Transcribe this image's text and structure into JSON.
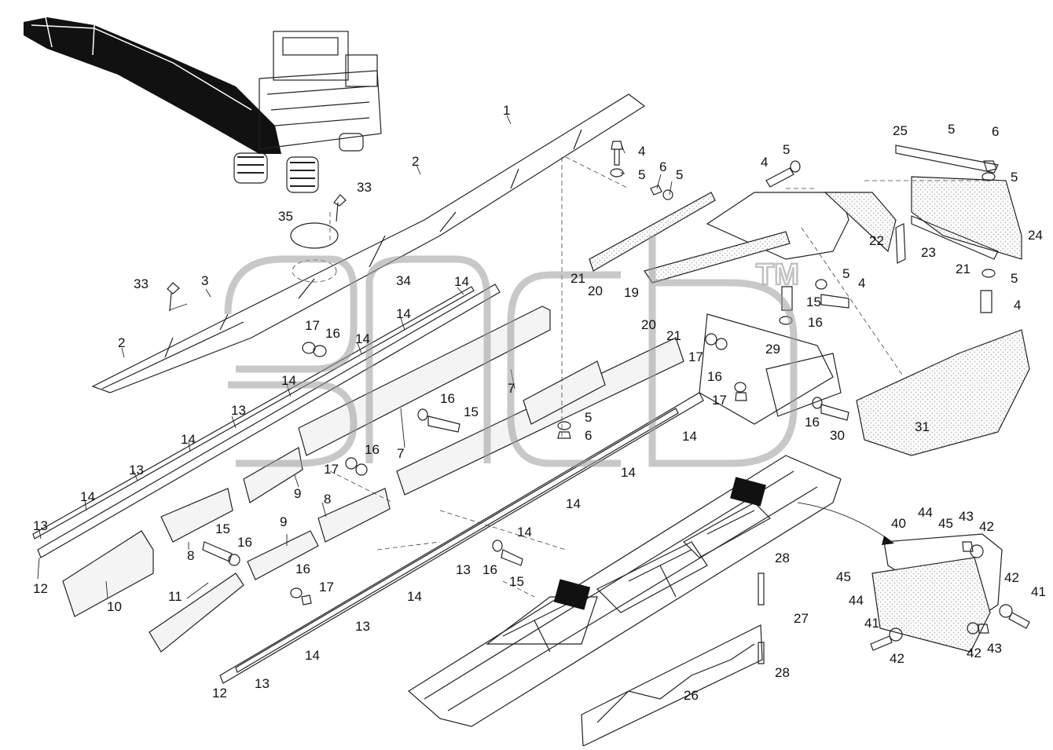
{
  "watermark": {
    "tm": "TM"
  },
  "callouts": [
    {
      "id": "c-1",
      "text": "1"
    },
    {
      "id": "c-2a",
      "text": "2"
    },
    {
      "id": "c-2b",
      "text": "2"
    },
    {
      "id": "c-3",
      "text": "3"
    },
    {
      "id": "c-4a",
      "text": "4"
    },
    {
      "id": "c-4b",
      "text": "4"
    },
    {
      "id": "c-4c",
      "text": "4"
    },
    {
      "id": "c-4d",
      "text": "4"
    },
    {
      "id": "c-5a",
      "text": "5"
    },
    {
      "id": "c-5b",
      "text": "5"
    },
    {
      "id": "c-5c",
      "text": "5"
    },
    {
      "id": "c-5d",
      "text": "5"
    },
    {
      "id": "c-5e",
      "text": "5"
    },
    {
      "id": "c-5f",
      "text": "5"
    },
    {
      "id": "c-5g",
      "text": "5"
    },
    {
      "id": "c-5h",
      "text": "5"
    },
    {
      "id": "c-6a",
      "text": "6"
    },
    {
      "id": "c-6b",
      "text": "6"
    },
    {
      "id": "c-6c",
      "text": "6"
    },
    {
      "id": "c-7a",
      "text": "7"
    },
    {
      "id": "c-7b",
      "text": "7"
    },
    {
      "id": "c-8a",
      "text": "8"
    },
    {
      "id": "c-8b",
      "text": "8"
    },
    {
      "id": "c-9a",
      "text": "9"
    },
    {
      "id": "c-9b",
      "text": "9"
    },
    {
      "id": "c-10",
      "text": "10"
    },
    {
      "id": "c-11",
      "text": "11"
    },
    {
      "id": "c-12a",
      "text": "12"
    },
    {
      "id": "c-12b",
      "text": "12"
    },
    {
      "id": "c-13a",
      "text": "13"
    },
    {
      "id": "c-13b",
      "text": "13"
    },
    {
      "id": "c-13c",
      "text": "13"
    },
    {
      "id": "c-13d",
      "text": "13"
    },
    {
      "id": "c-13e",
      "text": "13"
    },
    {
      "id": "c-13f",
      "text": "13"
    },
    {
      "id": "c-14a",
      "text": "14"
    },
    {
      "id": "c-14b",
      "text": "14"
    },
    {
      "id": "c-14c",
      "text": "14"
    },
    {
      "id": "c-14d",
      "text": "14"
    },
    {
      "id": "c-14e",
      "text": "14"
    },
    {
      "id": "c-14f",
      "text": "14"
    },
    {
      "id": "c-14g",
      "text": "14"
    },
    {
      "id": "c-14h",
      "text": "14"
    },
    {
      "id": "c-14i",
      "text": "14"
    },
    {
      "id": "c-14j",
      "text": "14"
    },
    {
      "id": "c-14k",
      "text": "14"
    },
    {
      "id": "c-14l",
      "text": "14"
    },
    {
      "id": "c-15a",
      "text": "15"
    },
    {
      "id": "c-15b",
      "text": "15"
    },
    {
      "id": "c-15c",
      "text": "15"
    },
    {
      "id": "c-15d",
      "text": "15"
    },
    {
      "id": "c-16a",
      "text": "16"
    },
    {
      "id": "c-16b",
      "text": "16"
    },
    {
      "id": "c-16c",
      "text": "16"
    },
    {
      "id": "c-16d",
      "text": "16"
    },
    {
      "id": "c-16e",
      "text": "16"
    },
    {
      "id": "c-16f",
      "text": "16"
    },
    {
      "id": "c-16g",
      "text": "16"
    },
    {
      "id": "c-16h",
      "text": "16"
    },
    {
      "id": "c-16i",
      "text": "16"
    },
    {
      "id": "c-17a",
      "text": "17"
    },
    {
      "id": "c-17b",
      "text": "17"
    },
    {
      "id": "c-17c",
      "text": "17"
    },
    {
      "id": "c-17d",
      "text": "17"
    },
    {
      "id": "c-17e",
      "text": "17"
    },
    {
      "id": "c-19",
      "text": "19"
    },
    {
      "id": "c-20a",
      "text": "20"
    },
    {
      "id": "c-20b",
      "text": "20"
    },
    {
      "id": "c-21a",
      "text": "21"
    },
    {
      "id": "c-21b",
      "text": "21"
    },
    {
      "id": "c-21c",
      "text": "21"
    },
    {
      "id": "c-22",
      "text": "22"
    },
    {
      "id": "c-23",
      "text": "23"
    },
    {
      "id": "c-24",
      "text": "24"
    },
    {
      "id": "c-25",
      "text": "25"
    },
    {
      "id": "c-26",
      "text": "26"
    },
    {
      "id": "c-27",
      "text": "27"
    },
    {
      "id": "c-28a",
      "text": "28"
    },
    {
      "id": "c-28b",
      "text": "28"
    },
    {
      "id": "c-29",
      "text": "29"
    },
    {
      "id": "c-30",
      "text": "30"
    },
    {
      "id": "c-31",
      "text": "31"
    },
    {
      "id": "c-33a",
      "text": "33"
    },
    {
      "id": "c-33b",
      "text": "33"
    },
    {
      "id": "c-34",
      "text": "34"
    },
    {
      "id": "c-35",
      "text": "35"
    },
    {
      "id": "c-40",
      "text": "40"
    },
    {
      "id": "c-41a",
      "text": "41"
    },
    {
      "id": "c-41b",
      "text": "41"
    },
    {
      "id": "c-42a",
      "text": "42"
    },
    {
      "id": "c-42b",
      "text": "42"
    },
    {
      "id": "c-42c",
      "text": "42"
    },
    {
      "id": "c-42d",
      "text": "42"
    },
    {
      "id": "c-43a",
      "text": "43"
    },
    {
      "id": "c-43b",
      "text": "43"
    },
    {
      "id": "c-44a",
      "text": "44"
    },
    {
      "id": "c-44b",
      "text": "44"
    },
    {
      "id": "c-45a",
      "text": "45"
    },
    {
      "id": "c-45b",
      "text": "45"
    }
  ]
}
